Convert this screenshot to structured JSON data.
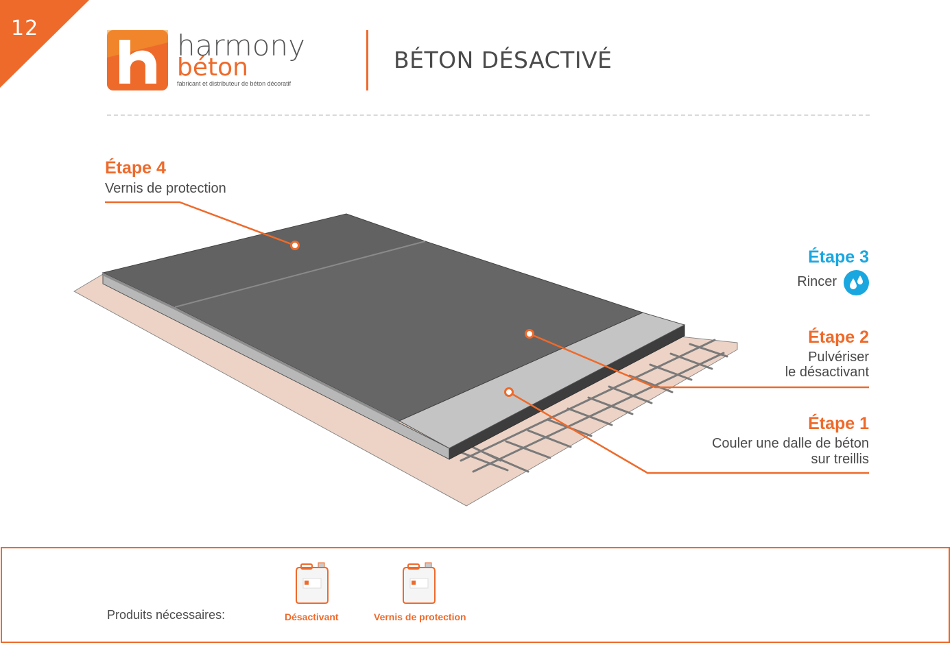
{
  "page": {
    "number": "12",
    "title": "BÉTON DÉSACTIVÉ"
  },
  "brand": {
    "name_line1": "harmony",
    "name_line2": "béton",
    "tagline": "fabricant et distributeur de béton décoratif",
    "logo_letter": "h",
    "accent_color": "#ee6a2b"
  },
  "steps": [
    {
      "title": "Étape 1",
      "desc_lines": [
        "Couler une dalle de béton",
        "sur treillis"
      ],
      "color": "#ee6a2b"
    },
    {
      "title": "Étape 2",
      "desc_lines": [
        "Pulvériser",
        "le désactivant"
      ],
      "color": "#ee6a2b"
    },
    {
      "title": "Étape 3",
      "desc_lines": [
        "Rincer"
      ],
      "color": "#1aa7e0",
      "icon": "water-drops-icon"
    },
    {
      "title": "Étape 4",
      "desc_lines": [
        "Vernis de protection"
      ],
      "color": "#ee6a2b"
    }
  ],
  "products": {
    "label": "Produits nécessaires:",
    "items": [
      {
        "name": "Désactivant",
        "icon": "jerrycan-icon"
      },
      {
        "name": "Vernis de protection",
        "icon": "jerrycan-icon"
      }
    ]
  },
  "colors": {
    "ground": "#ecd3c6",
    "slab_dark": "#636363",
    "slab_side": "#b8b8b8",
    "concrete_light": "#c4c4c4",
    "step3_blue": "#1aa7e0"
  }
}
